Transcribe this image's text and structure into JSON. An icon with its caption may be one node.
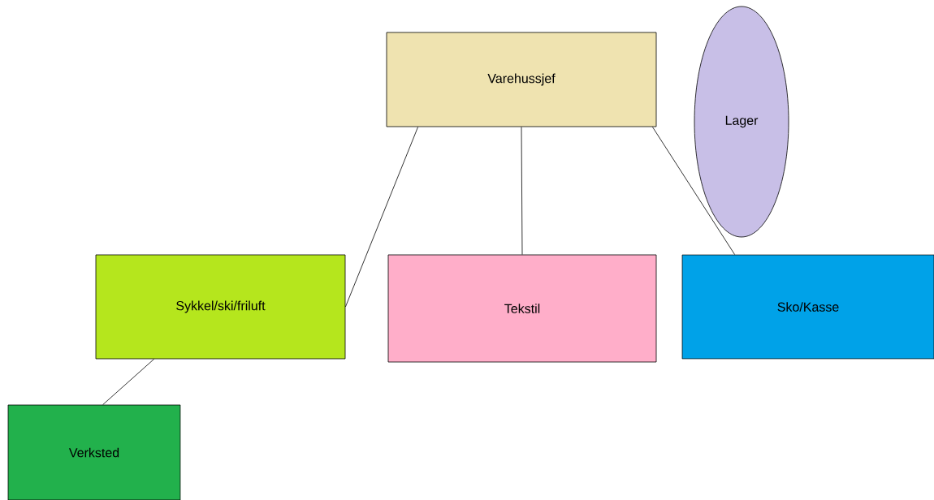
{
  "diagram": {
    "nodes": [
      {
        "text": [
          "Varehussjef"
        ]
      },
      {
        "text": [
          "Lager"
        ]
      },
      {
        "text": [
          "Sykkel/ski/friluft"
        ]
      },
      {
        "text": [
          "Tekstil"
        ]
      },
      {
        "text": [
          "Sko/Kasse"
        ]
      },
      {
        "text": [
          "Verksted"
        ]
      }
    ],
    "edges": [
      {
        "from": 0,
        "to": 2,
        "arrow": "none"
      },
      {
        "from": 0,
        "to": 3,
        "arrow": "none"
      },
      {
        "from": 0,
        "to": 4,
        "arrow": "none"
      },
      {
        "from": 2,
        "to": 5,
        "arrow": "none"
      }
    ]
  }
}
